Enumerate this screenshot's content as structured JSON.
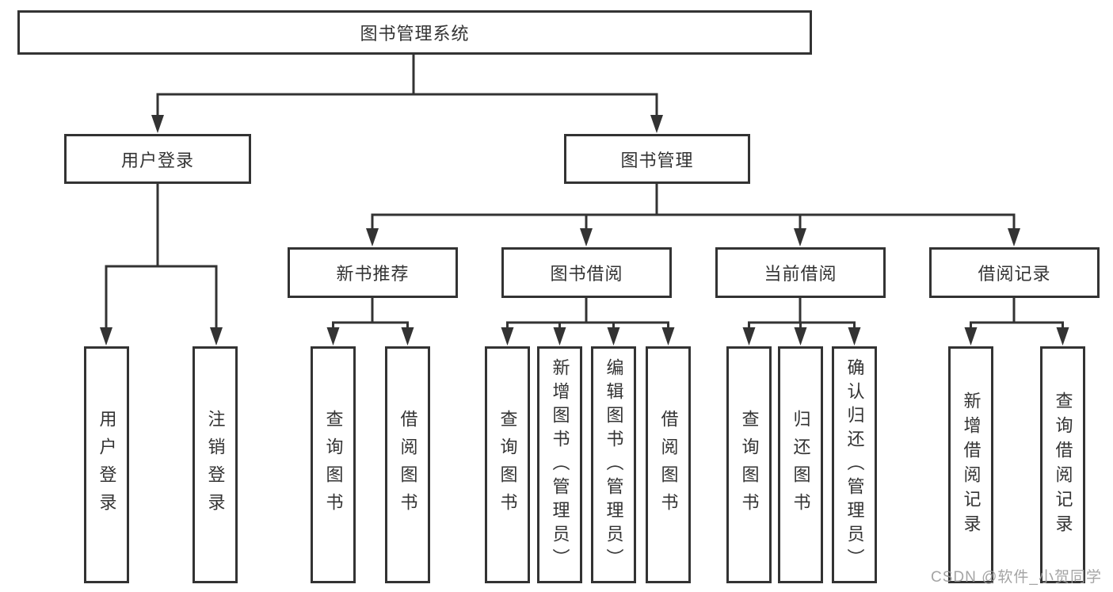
{
  "diagram": {
    "title": "图书管理系统",
    "watermark": "CSDN @软件_小贺同学",
    "colors": {
      "line": "#333333",
      "border": "#333333",
      "text": "#333333",
      "watermark": "#9b9b9b",
      "background": "#ffffff"
    },
    "level2": [
      {
        "label": "用户登录"
      },
      {
        "label": "图书管理"
      }
    ],
    "level3": [
      {
        "label": "新书推荐"
      },
      {
        "label": "图书借阅"
      },
      {
        "label": "当前借阅"
      },
      {
        "label": "借阅记录"
      }
    ],
    "leaves": {
      "userLogin": [
        "用户登录",
        "注销登录"
      ],
      "newBooks": [
        "查询图书",
        "借阅图书"
      ],
      "bookBorrow": [
        "查询图书",
        "新增图书（管理员）",
        "编辑图书（管理员）",
        "借阅图书"
      ],
      "currentBorrow": [
        "查询图书",
        "归还图书",
        "确认归还（管理员）"
      ],
      "borrowRecords": [
        "新增借阅记录",
        "查询借阅记录"
      ]
    }
  }
}
